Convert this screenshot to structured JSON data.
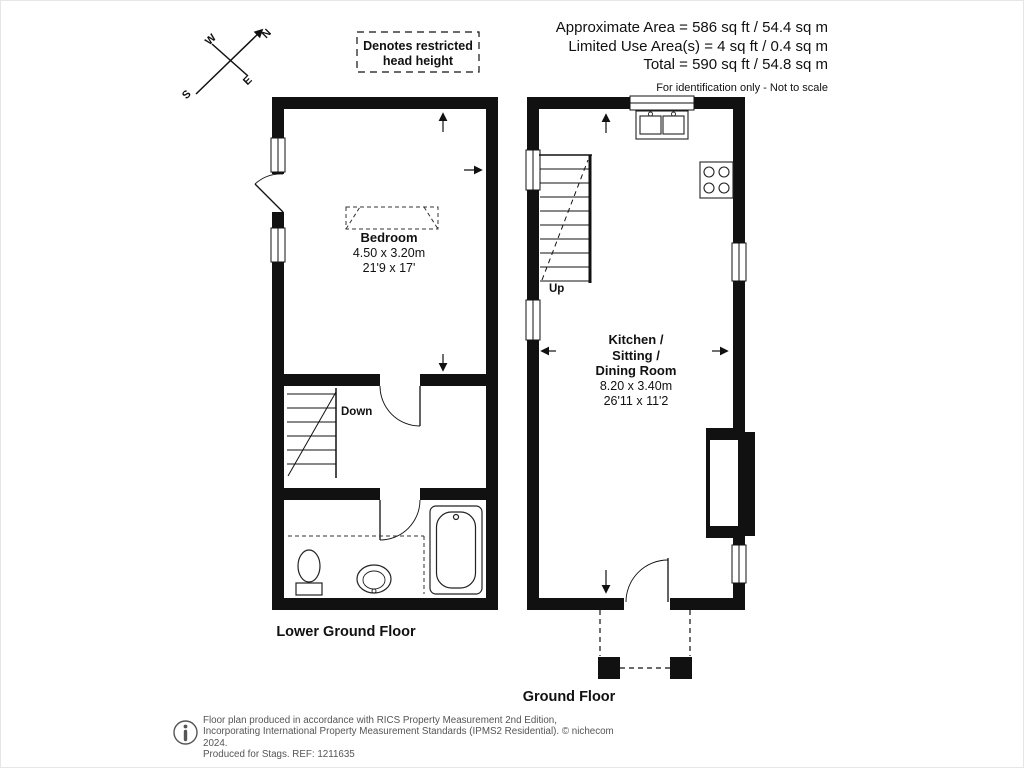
{
  "header": {
    "line1": "Approximate Area = 586 sq ft / 54.4 sq m",
    "line2": "Limited Use Area(s) = 4 sq ft / 0.4 sq m",
    "line3": "Total = 590 sq ft / 54.8 sq m",
    "note": "For identification only - Not to scale"
  },
  "legend": {
    "line1": "Denotes restricted",
    "line2": "head height"
  },
  "compass": {
    "n": "N",
    "w": "W",
    "e": "E",
    "s": "S"
  },
  "lower_ground_floor": {
    "label": "Lower Ground Floor",
    "room_name": "Bedroom",
    "room_metric": "4.50 x 3.20m",
    "room_imperial": "21'9 x 17'",
    "stairs": "Down"
  },
  "ground_floor": {
    "label": "Ground Floor",
    "room_line1": "Kitchen /",
    "room_line2": "Sitting /",
    "room_line3": "Dining Room",
    "room_metric": "8.20 x 3.40m",
    "room_imperial": "26'11 x 11'2",
    "stairs": "Up"
  },
  "footer": {
    "line1": "Floor plan produced in accordance with RICS Property Measurement 2nd Edition,",
    "line2": "Incorporating International Property Measurement Standards (IPMS2 Residential).  © nichecom 2024.",
    "line3": "Produced for Stags.   REF: 1211635"
  }
}
